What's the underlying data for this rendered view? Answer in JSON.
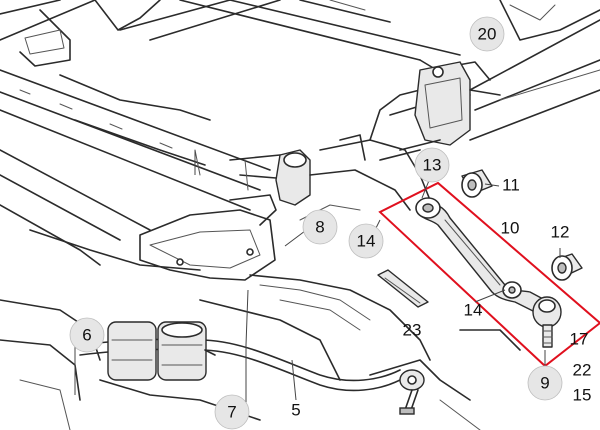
{
  "diagram": {
    "highlight_color": "#e0101e",
    "callouts": [
      {
        "id": "c20",
        "label": "20",
        "circled": true
      },
      {
        "id": "c13",
        "label": "13",
        "circled": true
      },
      {
        "id": "c11",
        "label": "11",
        "circled": false
      },
      {
        "id": "c8",
        "label": "8",
        "circled": true
      },
      {
        "id": "c10",
        "label": "10",
        "circled": false
      },
      {
        "id": "c12",
        "label": "12",
        "circled": false
      },
      {
        "id": "c14a",
        "label": "14",
        "circled": true
      },
      {
        "id": "c14b",
        "label": "14",
        "circled": false
      },
      {
        "id": "c23",
        "label": "23",
        "circled": false
      },
      {
        "id": "c6",
        "label": "6",
        "circled": true
      },
      {
        "id": "c17",
        "label": "17",
        "circled": false
      },
      {
        "id": "c9",
        "label": "9",
        "circled": true
      },
      {
        "id": "c22",
        "label": "22",
        "circled": false
      },
      {
        "id": "c15",
        "label": "15",
        "circled": false
      },
      {
        "id": "c7",
        "label": "7",
        "circled": true
      },
      {
        "id": "c5",
        "label": "5",
        "circled": false
      }
    ]
  }
}
